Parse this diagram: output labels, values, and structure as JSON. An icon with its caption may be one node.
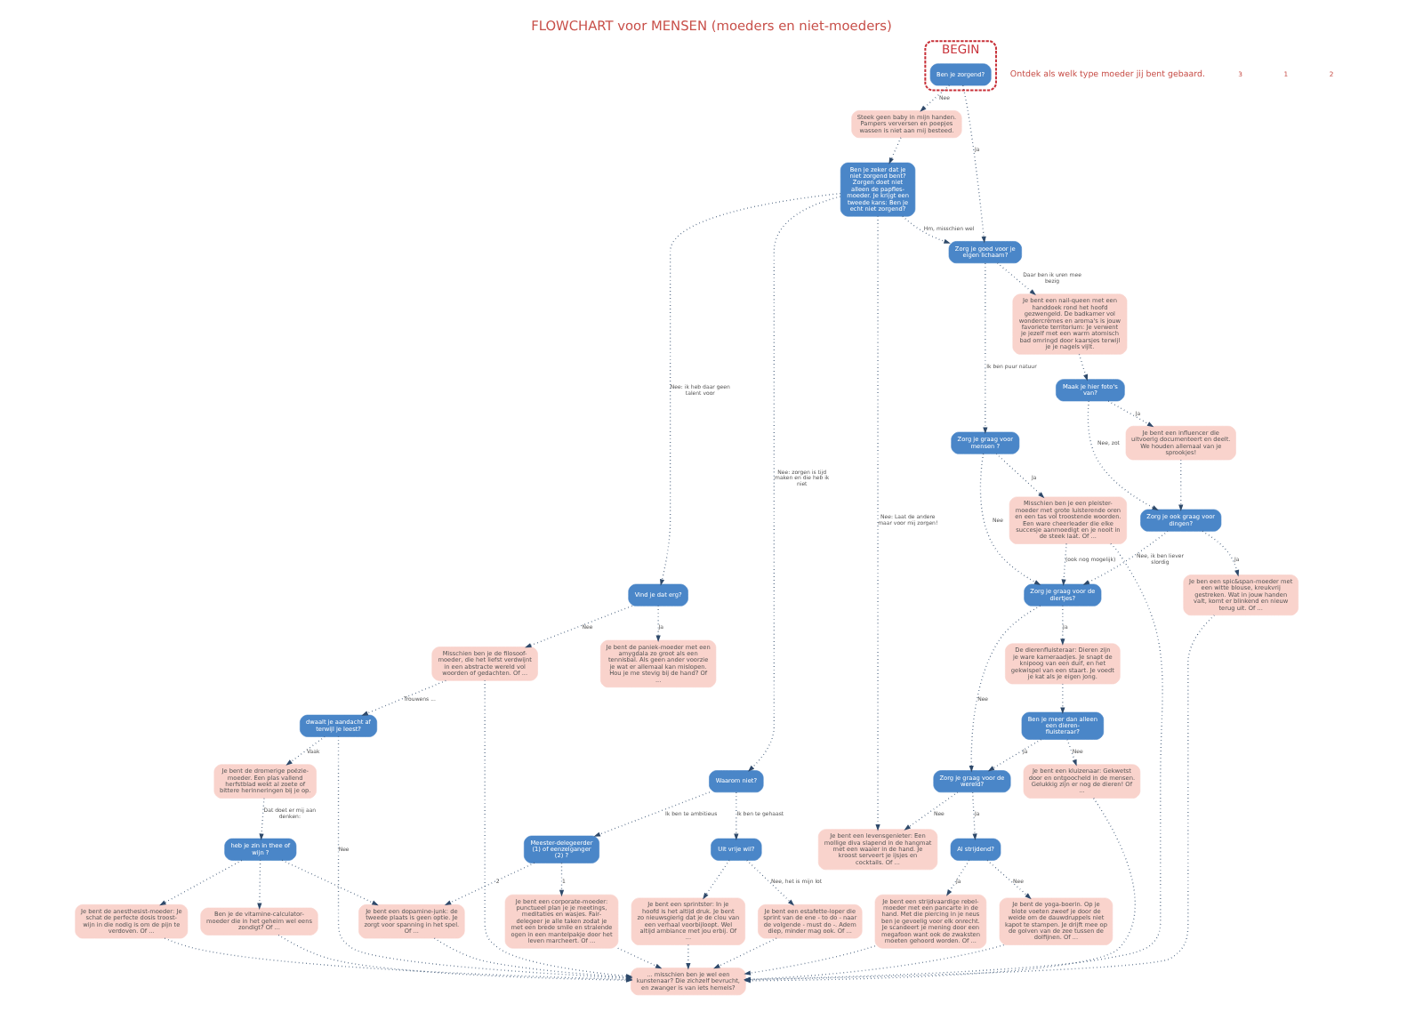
{
  "diagram": {
    "title": "FLOWCHART voor MENSEN (moeders en niet-moeders)",
    "nodes": [
      {
        "text": [
          "BEGIN"
        ]
      },
      {
        "text": [
          "Ben je zorgend?"
        ],
        "in": 0
      },
      {
        "text": [
          "Steek geen baby in mijn handen. Pampers verversen en poepjes wassen is niet aan mij besteed."
        ]
      },
      {
        "text": [
          "Zorg je goed voor je eigen lichaam?"
        ]
      },
      {
        "text": [
          "Zorg je graag voor mensen ?"
        ]
      },
      {
        "text": [
          "Misschien ben je een pleister-moeder met grote luisterende oren en een tas vol troostende woorden. Een ware cheerleader die elke succesje aanmoedigt en je nooit in de steek laat. Of ..."
        ]
      },
      {
        "text": [
          "Zorg je graag voor de diertjes?"
        ]
      },
      {
        "text": [
          "De dierenfluisteraar: Dieren zijn je ware kameraadjes. Je snapt de knipoog van een duif, en het gekwispel van een staart. Je voedt je kat als je eigen jong."
        ]
      },
      {
        "text": [
          "Ben je meer dan alleen een dieren-fluisteraar?"
        ]
      },
      {
        "text": [
          "Zorg je graag voor de wereld?"
        ]
      },
      {
        "text": [
          "Je bent een kluizenaar: Gekwetst door en ontgoocheld in de mensen. Gelukkig zijn er nog de dieren! Of ..."
        ]
      },
      {
        "text": [
          "Al strijdend?"
        ]
      },
      {
        "text": [
          "Je bent de yoga-boerin. Op je blote voeten zweef je door de weide om de dauwdruppels niet kapot te stampen. Je drijft mee op de golven van de zee tussen de dolfijnen. Of ..."
        ]
      },
      {
        "text": [
          "Je bent een strijdvaardige rebel-moeder met een pancarte in de hand. Met die piercing in je neus ben je gevoelig voor elk onrecht. Je scandeert je mening door een megafoon want ook de zwaksten moeten gehoord worden. Of ..."
        ]
      },
      {
        "text": [
          "Je bent een nail-queen met een handdoek rond het hoofd gezwengeld. De badkamer vol wondercrèmes en aroma's is jouw favoriete territorium: Je verwent je jezelf met een warm atomisch bad omringd door kaarsjes terwijl je je nagels vijlt."
        ]
      },
      {
        "text": [
          "Maak je hier foto's van?"
        ]
      },
      {
        "text": [
          "Je bent een influencer die uitvoerig documenteert en deelt. We houden allemaal van je sprookjes!"
        ]
      },
      {
        "text": [
          "Zorg je ook graag voor dingen?"
        ]
      },
      {
        "text": [
          "Je ben een spic&span-moeder met een witte blouse, kreukvrij gestreken. Wat in jouw handen valt, komt er blinkend en nieuw terug uit. Of ..."
        ]
      },
      {
        "text": [
          "Ben je zeker dat je niet zorgend bent? Zorgen doet niet alleen de papfles-moeder. Je krijgt een tweede kans: Ben je echt niet zorgend?"
        ]
      },
      {
        "text": [
          "Waarom niet?"
        ]
      },
      {
        "text": [
          "Uit vrije wil?"
        ]
      },
      {
        "text": [
          "Je bent een estafette-loper die sprint van de ene - to do - naar de volgende - must do -. Adem diep, minder mag ook. Of ..."
        ]
      },
      {
        "text": [
          "Je bent een sprintster: In je hoofd is het altijd druk. Je bent zo nieuwsgierig dat je de clou van een verhaal voorbijloopt. Wel altijd ambiance met jou erbij. Of ..."
        ]
      },
      {
        "text": [
          "Meester-delegeerder (1) of eenzelganger (2) ?"
        ]
      },
      {
        "text": [
          "Je bent een corporate-moeder: punctueel plan je je meetings, meditaties en wasjes. Fair-delegeer je alle taken zodat je met een brede smile en stralende ogen in een mantelpakje door het leven marcheert. Of ..."
        ]
      },
      {
        "text": [
          "Je bent een dopamine-junk: de tweede plaats is geen optie. Je zorgt voor spanning in het spel. Of ..."
        ]
      },
      {
        "text": [
          "... misschien ben je wel een kunstenaar? Die zichzelf bevrucht, en zwanger is van iets hemels?"
        ]
      },
      {
        "text": [
          "Vind je dat erg?"
        ]
      },
      {
        "text": [
          "Je bent de paniek-moeder met een amygdala zo groot als een tennisbal. Als geen ander voorzie je wat er allemaal kan mislopen. Hou je me stevig bij de hand? Of ..."
        ]
      },
      {
        "text": [
          "Misschien ben je de filosoof-moeder, die het liefst verdwijnt in een abstracte wereld vol woorden of gedachten. Of ..."
        ]
      },
      {
        "text": [
          "dwaalt je aandacht af terwijl je leest?"
        ]
      },
      {
        "text": [
          "Je bent een levensgenieter: Een mollige diva slapend in de hangmat met een waaier in de hand. Je kroost serveert je ijsjes en cocktails. Of ..."
        ]
      },
      {
        "text": [
          "Je bent de dromerige poëzie-moeder. Een plas vallend herfstblad wekt al zoete of bittere herinneringen bij je op."
        ]
      },
      {
        "text": [
          "heb je zin in thee of wijn ?"
        ]
      },
      {
        "text": [
          "Ben je de vitamine-calculator-moeder die in het geheim wel eens zondigt? Of ..."
        ]
      },
      {
        "text": [
          "Je bent de anesthesist-moeder: Je schat de perfecte dosis troost-wijn in die nodig is om de pijn te verdoven. Of ..."
        ]
      }
    ],
    "edges": [
      {
        "from": 1,
        "to": 3,
        "arrow": "to",
        "label": "Ja"
      },
      {
        "from": 1,
        "to": 2,
        "arrow": "to",
        "label": "Nee"
      },
      {
        "from": 3,
        "to": 4,
        "arrow": "to",
        "label": "Ik ben puur natuur"
      },
      {
        "from": 3,
        "to": 14,
        "arrow": "to",
        "label": "Daar ben ik uren mee bezig"
      },
      {
        "from": 4,
        "to": 5,
        "arrow": "to",
        "label": "Ja"
      },
      {
        "from": 4,
        "to": 6,
        "arrow": "to",
        "label": "Nee"
      },
      {
        "from": 5,
        "to": 6,
        "arrow": "to",
        "label": "(ook nog mogelijk)"
      },
      {
        "from": 6,
        "to": 7,
        "arrow": "to",
        "label": "Ja"
      },
      {
        "from": 6,
        "to": 9,
        "arrow": "to",
        "label": "Nee"
      },
      {
        "from": 7,
        "to": 8,
        "arrow": "to"
      },
      {
        "from": 8,
        "to": 9,
        "arrow": "to",
        "label": "Ja"
      },
      {
        "from": 8,
        "to": 10,
        "arrow": "to",
        "label": "Nee"
      },
      {
        "from": 9,
        "to": 11,
        "arrow": "to",
        "label": "Ja"
      },
      {
        "from": 9,
        "to": 32,
        "arrow": "to",
        "label": "Nee"
      },
      {
        "from": 11,
        "to": 12,
        "arrow": "to",
        "label": "Nee"
      },
      {
        "from": 11,
        "to": 13,
        "arrow": "to",
        "label": "Ja"
      },
      {
        "from": 14,
        "to": 15,
        "arrow": "to"
      },
      {
        "from": 15,
        "to": 16,
        "arrow": "to",
        "label": "Ja"
      },
      {
        "from": 15,
        "to": 17,
        "arrow": "to",
        "label": "Nee, zot"
      },
      {
        "from": 16,
        "to": 17,
        "arrow": "to"
      },
      {
        "from": 17,
        "to": 6,
        "arrow": "to",
        "label": "Nee, ik ben liever slordig"
      },
      {
        "from": 17,
        "to": 18,
        "arrow": "to",
        "label": "Ja"
      },
      {
        "from": 2,
        "to": 19,
        "arrow": "to"
      },
      {
        "from": 19,
        "to": 3,
        "arrow": "to",
        "label": "Hm, misschien wel"
      },
      {
        "from": 19,
        "to": 20,
        "arrow": "to",
        "label": "Nee: zorgen is tijd maken en die heb ik niet"
      },
      {
        "from": 19,
        "to": 28,
        "arrow": "to",
        "label": "Nee: ik heb daar geen talent voor"
      },
      {
        "from": 19,
        "to": 32,
        "arrow": "to",
        "label": "Nee: Laat de andere maar voor mij zorgen!"
      },
      {
        "from": 20,
        "to": 21,
        "arrow": "to",
        "label": "Ik ben te gehaast"
      },
      {
        "from": 20,
        "to": 24,
        "arrow": "to",
        "label": "Ik ben te ambitieus"
      },
      {
        "from": 21,
        "to": 22,
        "arrow": "to",
        "label": "Nee, het is mijn lot"
      },
      {
        "from": 21,
        "to": 23,
        "arrow": "to"
      },
      {
        "from": 24,
        "to": 25,
        "arrow": "to",
        "label": "1"
      },
      {
        "from": 24,
        "to": 26,
        "arrow": "to",
        "label": "2"
      },
      {
        "from": 28,
        "to": 29,
        "arrow": "to",
        "label": "Ja"
      },
      {
        "from": 28,
        "to": 30,
        "arrow": "to",
        "label": "Nee"
      },
      {
        "from": 30,
        "to": 31,
        "arrow": "to",
        "label": "Trouwens ..."
      },
      {
        "from": 31,
        "to": 33,
        "arrow": "to",
        "label": "Vaak"
      },
      {
        "from": 31,
        "to": 27,
        "arrow": "to",
        "label": "Nee"
      },
      {
        "from": 33,
        "to": 34,
        "arrow": "to",
        "label": "Dat doet er mij aan denken:"
      },
      {
        "from": 34,
        "to": 35,
        "arrow": "to"
      },
      {
        "from": 34,
        "to": 36,
        "arrow": "to"
      },
      {
        "from": 34,
        "to": 26,
        "arrow": "to"
      },
      {
        "from": 5,
        "to": 27,
        "arrow": "to"
      },
      {
        "from": 10,
        "to": 27,
        "arrow": "to"
      },
      {
        "from": 12,
        "to": 27,
        "arrow": "to"
      },
      {
        "from": 13,
        "to": 27,
        "arrow": "to"
      },
      {
        "from": 18,
        "to": 27,
        "arrow": "to"
      },
      {
        "from": 22,
        "to": 27,
        "arrow": "to"
      },
      {
        "from": 23,
        "to": 27,
        "arrow": "to"
      },
      {
        "from": 25,
        "to": 27,
        "arrow": "to"
      },
      {
        "from": 26,
        "to": 27,
        "arrow": "to"
      },
      {
        "from": 30,
        "to": 27,
        "arrow": "to"
      },
      {
        "from": 35,
        "to": 27,
        "arrow": "to"
      },
      {
        "from": 36,
        "to": 27,
        "arrow": "to"
      }
    ],
    "labels": [
      "Ontdek als welk type moeder jij bent gebaard.",
      "3",
      "1",
      "2"
    ]
  }
}
